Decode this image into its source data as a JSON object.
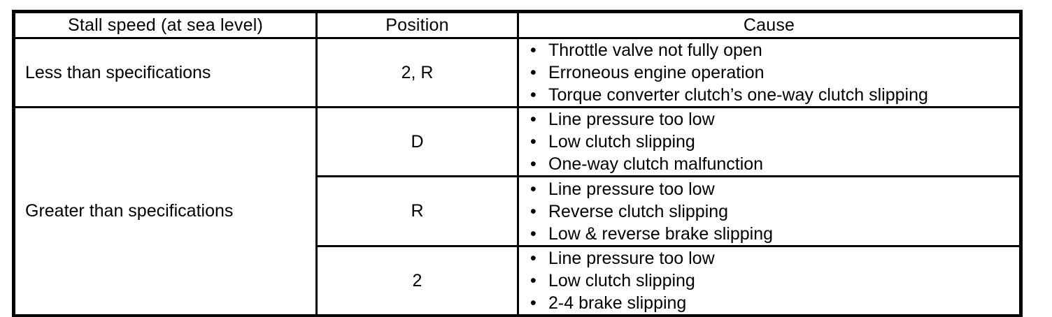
{
  "colors": {
    "ink": "#000000",
    "paper": "#ffffff"
  },
  "table": {
    "headers": {
      "stall_speed": "Stall speed (at sea level)",
      "position": "Position",
      "cause": "Cause"
    },
    "rows": [
      {
        "stall_speed": "Less than specifications",
        "positions": [
          {
            "position": "2, R",
            "causes": [
              "Throttle valve not fully open",
              "Erroneous engine operation",
              "Torque converter clutch’s one-way clutch slipping"
            ]
          }
        ]
      },
      {
        "stall_speed": "Greater than specifications",
        "positions": [
          {
            "position": "D",
            "causes": [
              "Line pressure too low",
              "Low clutch slipping",
              "One-way clutch malfunction"
            ]
          },
          {
            "position": "R",
            "causes": [
              "Line pressure too low",
              "Reverse clutch slipping",
              "Low & reverse brake slipping"
            ]
          },
          {
            "position": "2",
            "causes": [
              "Line pressure too low",
              "Low clutch slipping",
              "2-4 brake slipping"
            ]
          }
        ]
      }
    ]
  }
}
